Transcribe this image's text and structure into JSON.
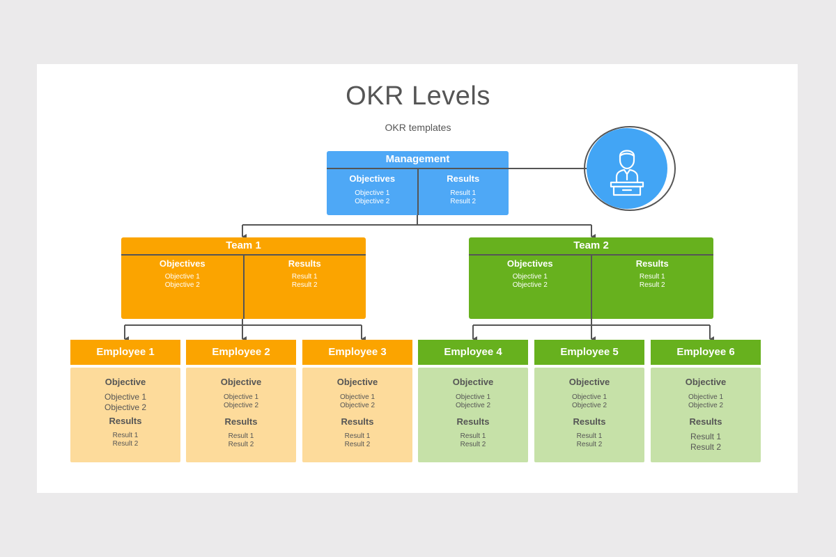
{
  "title": "OKR Levels",
  "subtitle": "OKR templates",
  "colors": {
    "management": "#4ea8f6",
    "team_orange": "#fba400",
    "team_green": "#67b11e",
    "employee_orange_body": "#fddb9b",
    "employee_green_body": "#c6e1a8",
    "connector": "#555555"
  },
  "management": {
    "name": "Management",
    "objectives_label": "Objectives",
    "objectives": [
      "Objective  1",
      "Objective  2"
    ],
    "results_label": "Results",
    "results": [
      "Result 1",
      "Result 2"
    ],
    "icon": "presenter-at-podium-icon"
  },
  "teams": [
    {
      "name": "Team 1",
      "objectives_label": "Objectives",
      "objectives": [
        "Objective  1",
        "Objective  2"
      ],
      "results_label": "Results",
      "results": [
        "Result 1",
        "Result 2"
      ]
    },
    {
      "name": "Team 2",
      "objectives_label": "Objectives",
      "objectives": [
        "Objective  1",
        "Objective  2"
      ],
      "results_label": "Results",
      "results": [
        "Result 1",
        "Result 2"
      ]
    }
  ],
  "employees": [
    {
      "name": "Employee 1",
      "objective_label": "Objective",
      "objectives": [
        "Objective 1",
        "Objective 2"
      ],
      "results_label": "Results",
      "results": [
        "Result 1",
        "Result 2"
      ]
    },
    {
      "name": "Employee 2",
      "objective_label": "Objective",
      "objectives": [
        "Objective  1",
        "Objective  2"
      ],
      "results_label": "Results",
      "results": [
        "Result 1",
        "Result 2"
      ]
    },
    {
      "name": "Employee 3",
      "objective_label": "Objective",
      "objectives": [
        "Objective  1",
        "Objective  2"
      ],
      "results_label": "Results",
      "results": [
        "Result 1",
        "Result 2"
      ]
    },
    {
      "name": "Employee 4",
      "objective_label": "Objective",
      "objectives": [
        "Objective  1",
        "Objective  2"
      ],
      "results_label": "Results",
      "results": [
        "Result 1",
        "Result 2"
      ]
    },
    {
      "name": "Employee 5",
      "objective_label": "Objective",
      "objectives": [
        "Objective  1",
        "Objective  2"
      ],
      "results_label": "Results",
      "results": [
        "Result 1",
        "Result 2"
      ]
    },
    {
      "name": "Employee 6",
      "objective_label": "Objective",
      "objectives": [
        "Objective  1",
        "Objective  2"
      ],
      "results_label": "Results",
      "results": [
        "Result 1",
        "Result 2"
      ]
    }
  ]
}
